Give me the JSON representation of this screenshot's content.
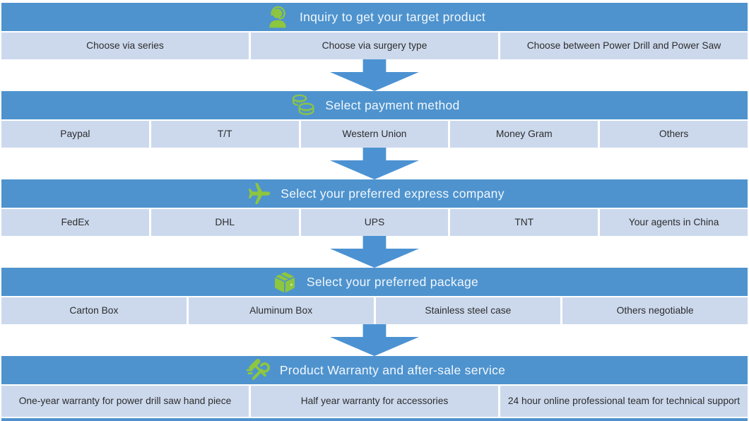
{
  "colors": {
    "header_blue": "#4e93ce",
    "row_light_blue": "#ccd9ed",
    "arrow_blue": "#4c92d2",
    "icon_green": "#8dc63f",
    "header_text": "#f2f7fc",
    "cell_text": "#2d2d2d"
  },
  "sections": [
    {
      "icon": "support-person-icon",
      "title": "Inquiry to get your target product",
      "items": [
        "Choose via series",
        "Choose via surgery type",
        "Choose between Power Drill and Power Saw"
      ]
    },
    {
      "icon": "coins-icon",
      "title": "Select payment method",
      "items": [
        "Paypal",
        "T/T",
        "Western Union",
        "Money Gram",
        "Others"
      ]
    },
    {
      "icon": "airplane-icon",
      "title": "Select your preferred express company",
      "items": [
        "FedEx",
        "DHL",
        "UPS",
        "TNT",
        "Your agents in China"
      ]
    },
    {
      "icon": "package-box-icon",
      "title": "Select your preferred package",
      "items": [
        "Carton Box",
        "Aluminum Box",
        "Stainless steel case",
        "Others negotiable"
      ]
    },
    {
      "icon": "tools-icon",
      "title": "Product Warranty and after-sale service",
      "items": [
        "One-year warranty for power drill saw hand piece",
        "Half year warranty for accessories",
        "24 hour online professional team for technical support"
      ]
    }
  ]
}
